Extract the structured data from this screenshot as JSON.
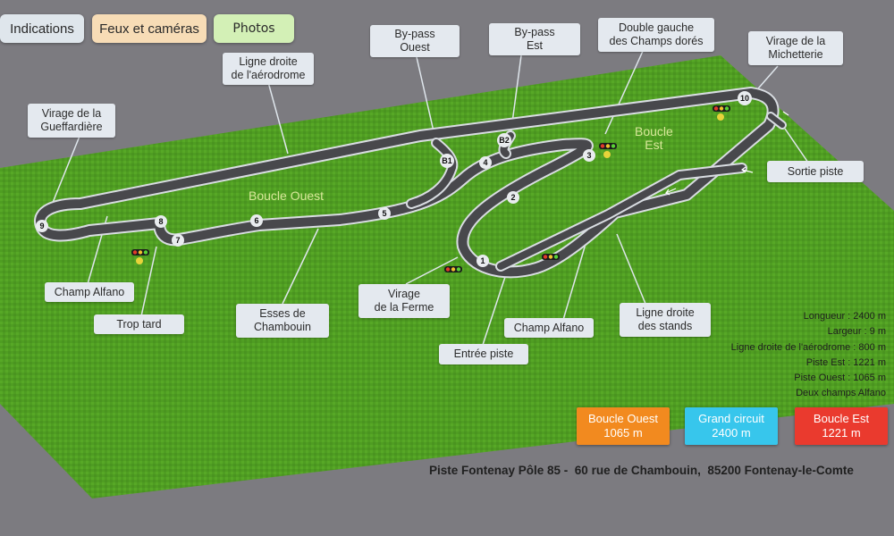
{
  "tabs": {
    "indications": "Indications",
    "feux": "Feux et caméras",
    "photos": "Photos"
  },
  "labels": {
    "ligne_aerodrome": "Ligne droite\nde l'aérodrome",
    "bypass_ouest": "By-pass\nOuest",
    "bypass_est": "By-pass\nEst",
    "double_gauche": "Double gauche\ndes Champs dorés",
    "virage_micheterie": "Virage de la\nMichetterie",
    "virage_gueffardiere": "Virage de la\nGueffardière",
    "sortie_piste": "Sortie piste",
    "champ_alfano_ouest": "Champ Alfano",
    "trop_tard": "Trop tard",
    "esses_chambouin": "Esses de\nChambouin",
    "virage_ferme": "Virage\nde la Ferme",
    "entree_piste": "Entrée piste",
    "champ_alfano_est": "Champ Alfano",
    "ligne_stands": "Ligne droite\ndes stands"
  },
  "zones": {
    "boucle_ouest": "Boucle Ouest",
    "boucle_est": "Boucle\nEst"
  },
  "markers": {
    "m1": "1",
    "m2": "2",
    "m3": "3",
    "m4": "4",
    "m5": "5",
    "m6": "6",
    "m7": "7",
    "m8": "8",
    "m9": "9",
    "m10": "10",
    "b1": "B1",
    "b2": "B2"
  },
  "stats": {
    "longueur": "Longueur : 2400 m",
    "largeur": "Largeur : 9 m",
    "ligne_aerodrome": "Ligne droite de l'aérodrome : 800 m",
    "piste_est": "Piste Est : 1221 m",
    "piste_ouest": "Piste Ouest : 1065 m",
    "champs_alfano": "Deux champs Alfano"
  },
  "loops": {
    "ouest": "Boucle Ouest\n1065 m",
    "grand": "Grand circuit\n2400 m",
    "est": "Boucle Est\n1221 m"
  },
  "colors": {
    "ouest": "#f28a1f",
    "grand": "#37c6ec",
    "est": "#ea3a2e"
  },
  "address": "Piste Fontenay Pôle 85 -  60 rue de Chambouin,  85200 Fontenay-le-Comte"
}
